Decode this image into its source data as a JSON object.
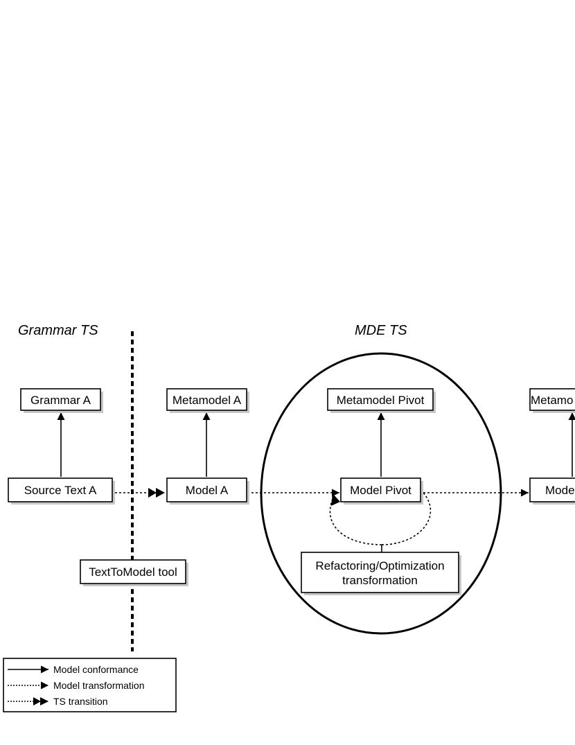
{
  "sections": {
    "grammar_ts": "Grammar TS",
    "mde_ts": "MDE TS"
  },
  "nodes": {
    "grammar_a": "Grammar A",
    "source_text_a": "Source Text A",
    "texttomodel_tool": "TextToModel tool",
    "metamodel_a": "Metamodel A",
    "model_a": "Model A",
    "metamodel_pivot": "Metamodel Pivot",
    "model_pivot": "Model Pivot",
    "refactoring_line1": "Refactoring/Optimization",
    "refactoring_line2": "transformation",
    "metamodel_b_partial": "Metamo",
    "model_b_partial": "Mode"
  },
  "legend": {
    "conformance": "Model conformance",
    "transformation": "Model transformation",
    "ts_transition": "TS transition"
  }
}
